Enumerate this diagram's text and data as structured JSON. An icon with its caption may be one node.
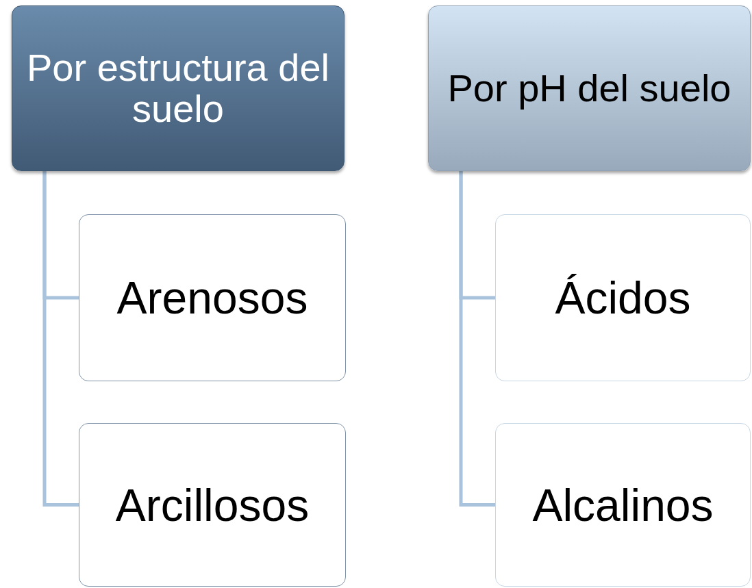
{
  "diagram": {
    "nodes": [
      {
        "text": [
          "Por estructura del suelo"
        ]
      },
      {
        "text": [
          "Arenosos"
        ]
      },
      {
        "text": [
          "Arcillosos"
        ]
      },
      {
        "text": [
          "Por pH del suelo"
        ]
      },
      {
        "text": [
          "Ácidos"
        ]
      },
      {
        "text": [
          "Alcalinos"
        ]
      }
    ],
    "edges": [
      {
        "from": 0,
        "to": 1,
        "arrow": "none"
      },
      {
        "from": 0,
        "to": 2,
        "arrow": "none"
      },
      {
        "from": 3,
        "to": 4,
        "arrow": "none"
      },
      {
        "from": 3,
        "to": 5,
        "arrow": "none"
      }
    ]
  }
}
